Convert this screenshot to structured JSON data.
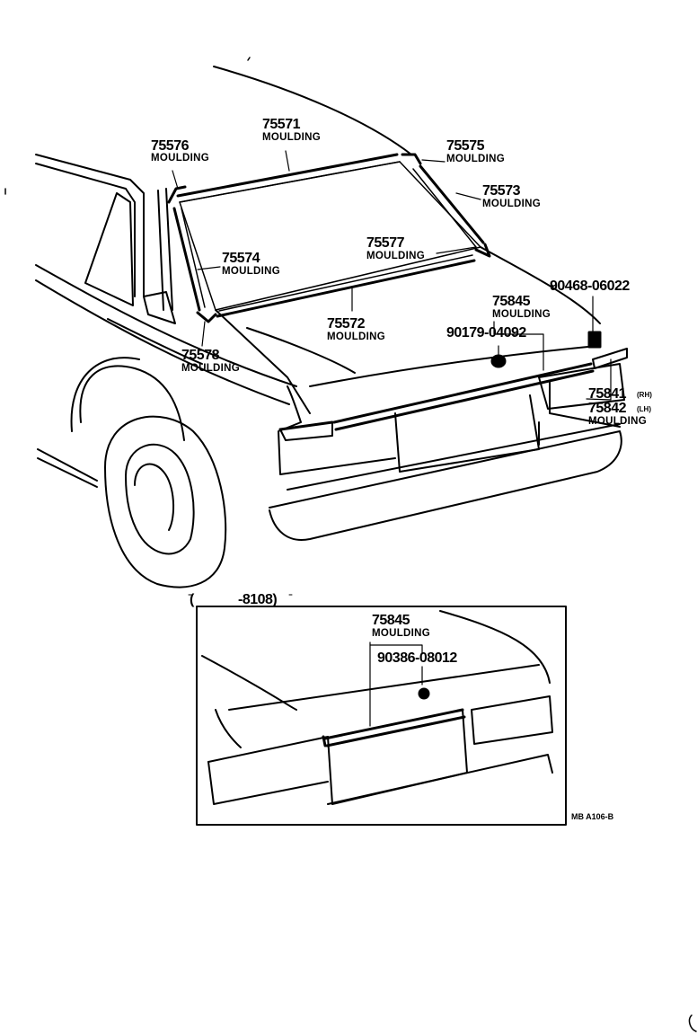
{
  "callouts": {
    "p75571": {
      "number": "75571",
      "name": "MOULDING"
    },
    "p75576": {
      "number": "75576",
      "name": "MOULDING"
    },
    "p75575": {
      "number": "75575",
      "name": "MOULDING"
    },
    "p75573": {
      "number": "75573",
      "name": "MOULDING"
    },
    "p75577": {
      "number": "75577",
      "name": "MOULDING"
    },
    "p75574": {
      "number": "75574",
      "name": "MOULDING"
    },
    "p90468": {
      "number": "90468-06022"
    },
    "p75845": {
      "number": "75845",
      "name": "MOULDING"
    },
    "p90179": {
      "number": "90179-04092"
    },
    "p75572": {
      "number": "75572",
      "name": "MOULDING"
    },
    "p75578": {
      "number": "75578",
      "name": "MOULDING"
    },
    "p75841": {
      "number": "75841",
      "side": "(RH)"
    },
    "p75842": {
      "number": "75842",
      "side": "(LH)",
      "name": "MOULDING"
    }
  },
  "inset": {
    "range_open": "(",
    "range_end": "-8108)",
    "p75845": {
      "number": "75845",
      "name": "MOULDING"
    },
    "p90386": {
      "number": "90386-08012"
    },
    "figure_code": "MB A106-B"
  }
}
